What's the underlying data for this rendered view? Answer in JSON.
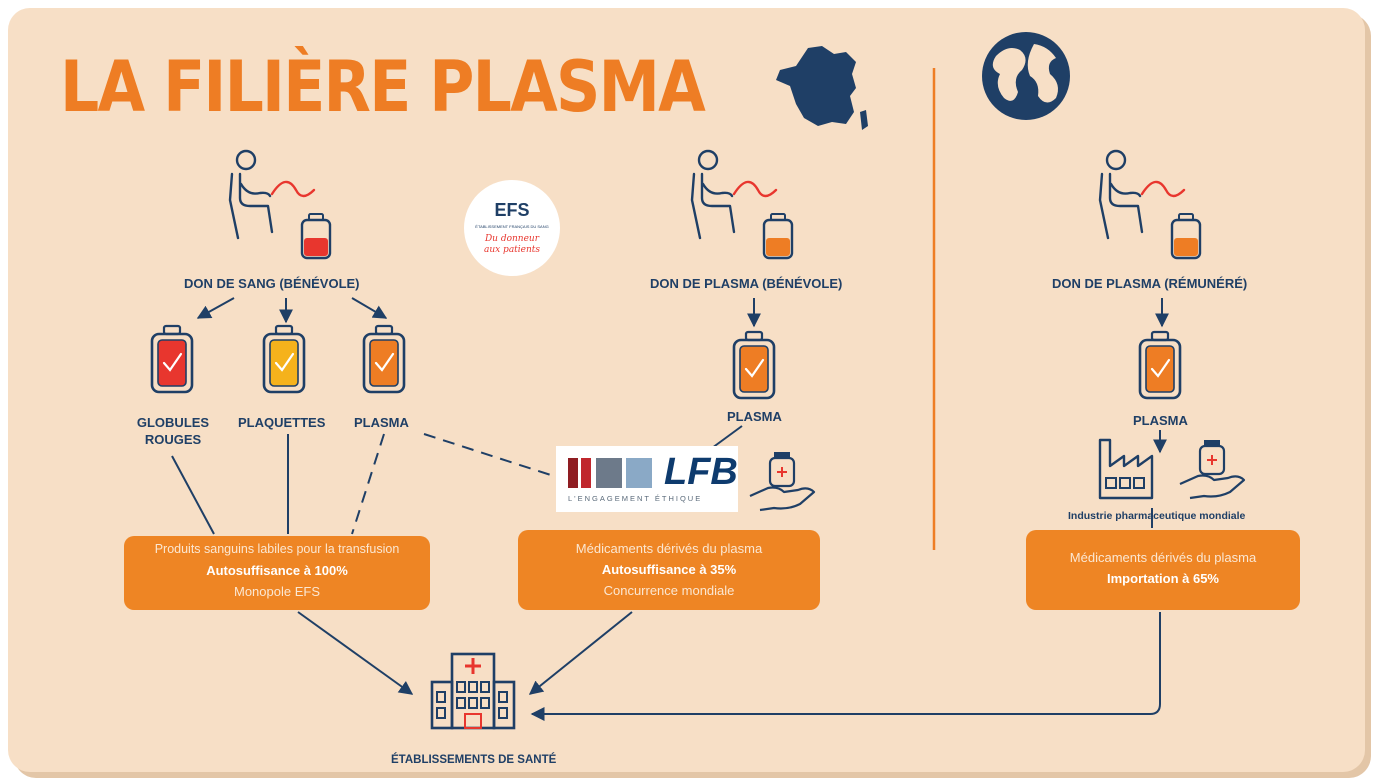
{
  "title": "LA FILIÈRE PLASMA",
  "efs_logo": {
    "acronym": "EFS",
    "subtitle": "ÉTABLISSEMENT FRANÇAIS DU SANG",
    "slogan_line1": "Du donneur",
    "slogan_line2": "aux patients"
  },
  "france": {
    "blood_donation_label": "DON DE SANG (BÉNÉVOLE)",
    "plasma_donation_label": "DON DE PLASMA (BÉNÉVOLE)",
    "products": [
      {
        "line1": "GLOBULES",
        "line2": "ROUGES",
        "color": "#e8362e"
      },
      {
        "line1": "PLAQUETTES",
        "line2": "",
        "color": "#f5b21c"
      },
      {
        "line1": "PLASMA",
        "line2": "",
        "color": "#ee7d24"
      }
    ],
    "plasma_bag_label": "PLASMA",
    "lfb": {
      "name": "LFB",
      "tagline": "L'ENGAGEMENT ÉTHIQUE"
    },
    "box_transfusion": {
      "line1": "Produits sanguins labiles pour la transfusion",
      "bold": "Autosuffisance à 100%",
      "line3": "Monopole EFS"
    },
    "box_medicines": {
      "line1": "Médicaments dérivés du plasma",
      "bold": "Autosuffisance à 35%",
      "line3": "Concurrence mondiale"
    },
    "hospital_label": "ÉTABLISSEMENTS DE SANTÉ"
  },
  "world": {
    "plasma_donation_label": "DON DE PLASMA (RÉMUNÉRÉ)",
    "plasma_bag_label": "PLASMA",
    "industry_label": "Industrie pharmaceutique mondiale",
    "box_medicines": {
      "line1": "Médicaments dérivés du plasma",
      "bold": "Importation à 65%"
    }
  },
  "colors": {
    "background": "#f7dfc6",
    "orange": "#ee7d24",
    "navy": "#1f3f66",
    "red": "#e8362e",
    "yellow": "#f5b21c"
  }
}
